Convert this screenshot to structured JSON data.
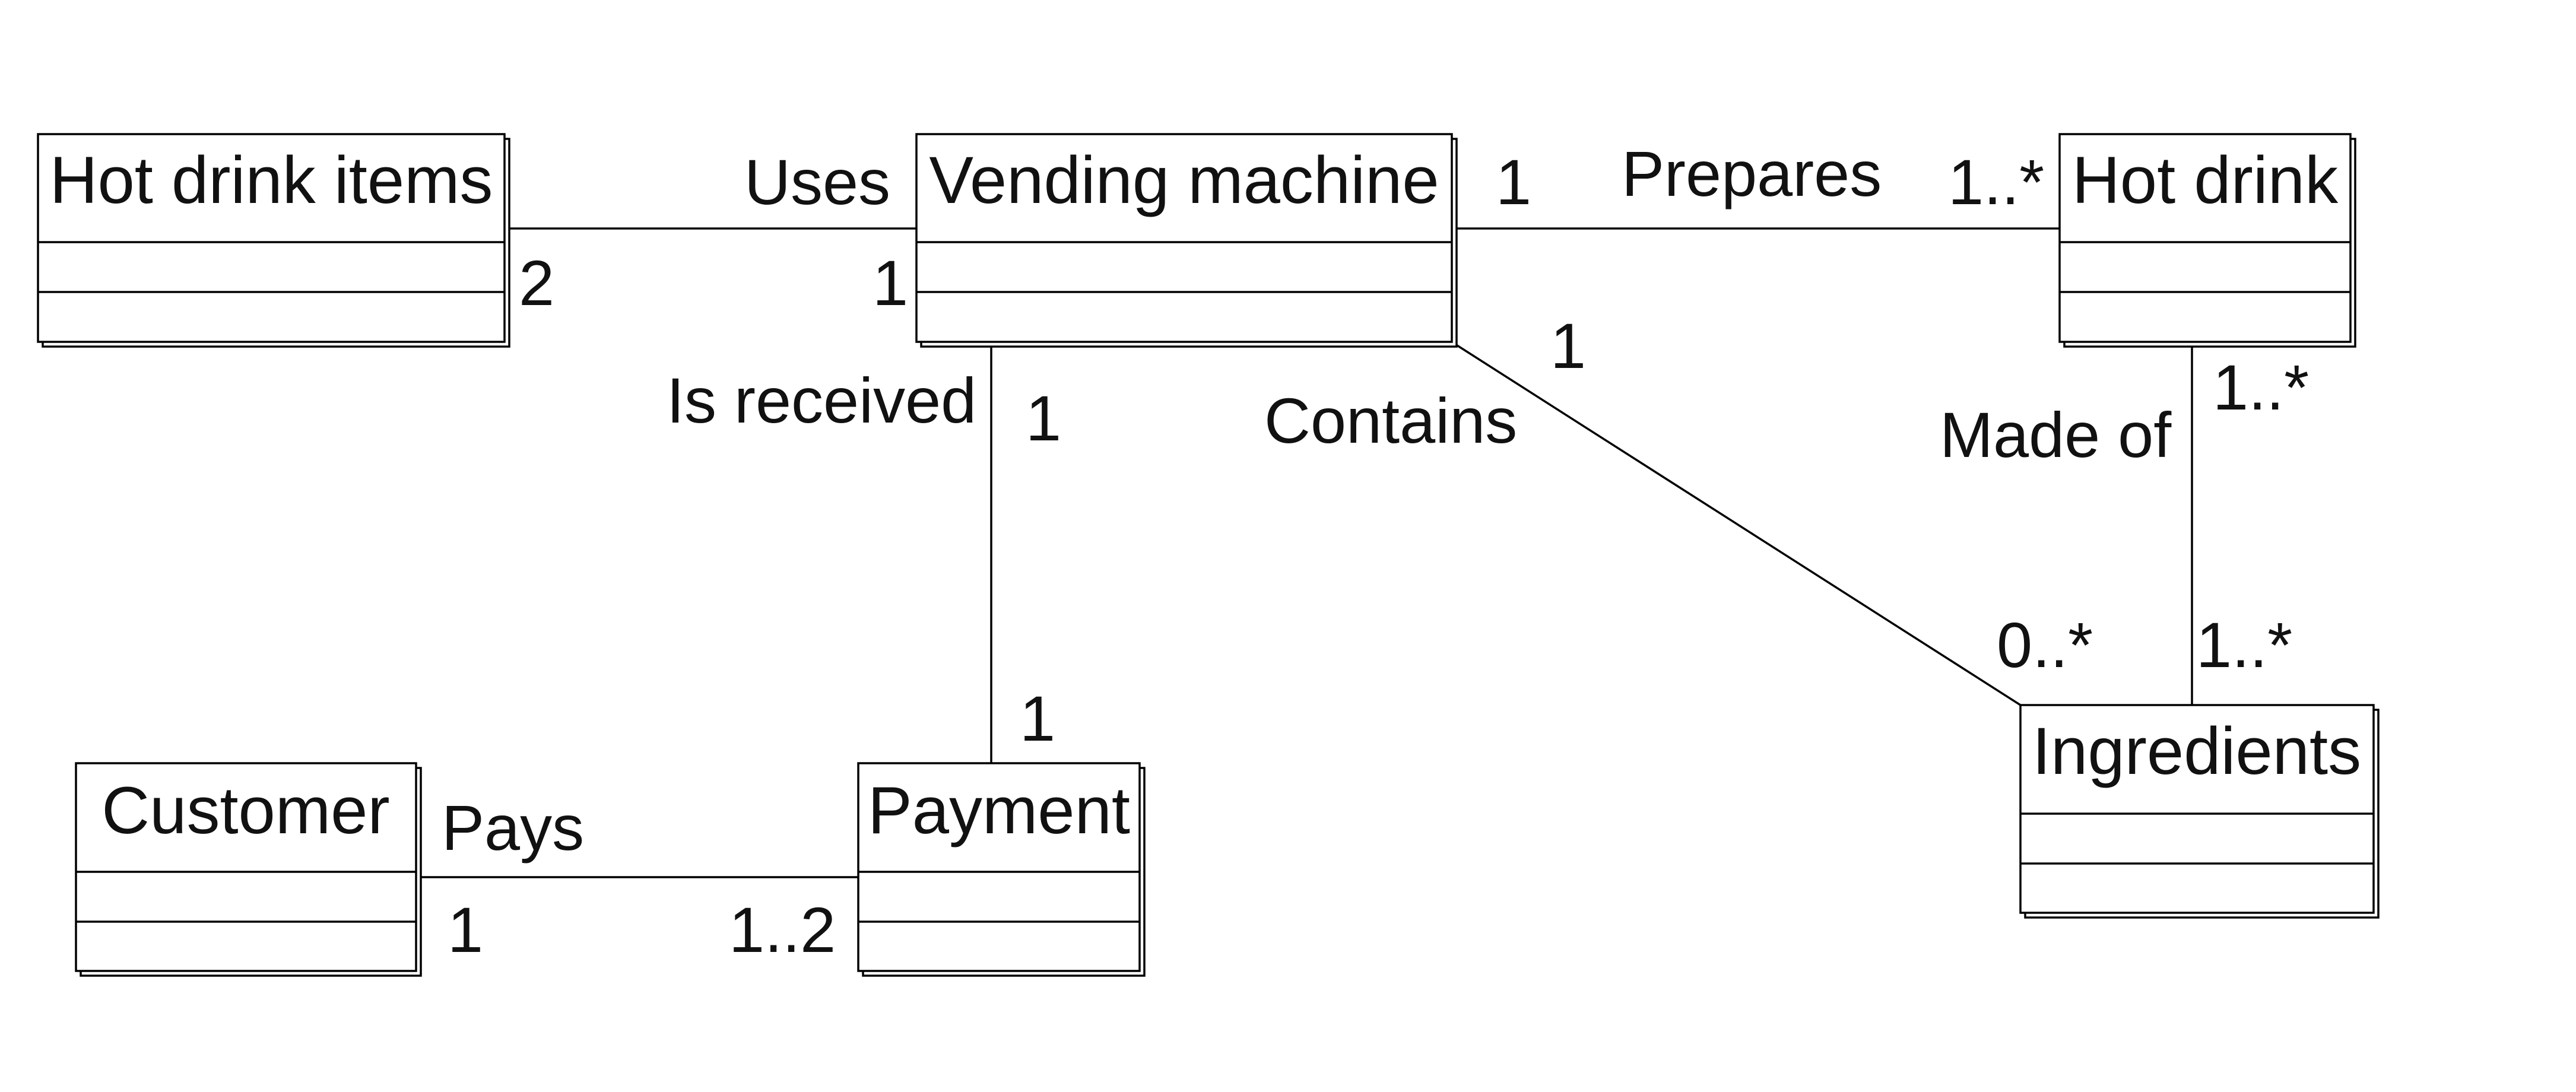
{
  "classes": {
    "hot_drink_items": "Hot drink items",
    "vending_machine": "Vending machine",
    "hot_drink": "Hot drink",
    "customer": "Customer",
    "payment": "Payment",
    "ingredients": "Ingredients"
  },
  "associations": {
    "uses": {
      "label": "Uses",
      "end_hot_drink_items": "2",
      "end_vending_machine": "1"
    },
    "prepares": {
      "label": "Prepares",
      "end_vending_machine": "1",
      "end_hot_drink": "1..*"
    },
    "is_received": {
      "label": "Is received",
      "end_vending_machine": "1",
      "end_payment": "1"
    },
    "contains": {
      "label": "Contains",
      "end_vending_machine": "1",
      "end_ingredients": "0..*"
    },
    "made_of": {
      "label": "Made of",
      "end_hot_drink": "1..*",
      "end_ingredients": "1..*"
    },
    "pays": {
      "label": "Pays",
      "end_customer": "1",
      "end_payment": "1..2"
    }
  }
}
